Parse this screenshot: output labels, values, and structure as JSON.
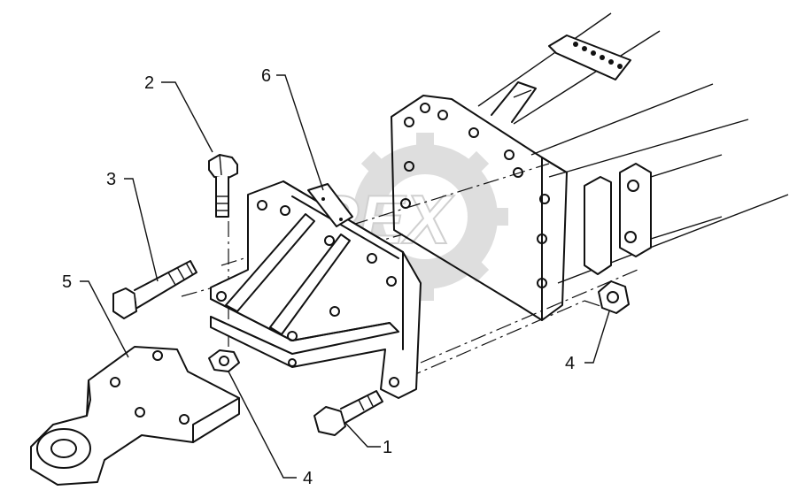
{
  "watermark": {
    "text": "OPEX"
  },
  "callouts": [
    {
      "id": "callout-1",
      "label": "1"
    },
    {
      "id": "callout-2",
      "label": "2"
    },
    {
      "id": "callout-3",
      "label": "3"
    },
    {
      "id": "callout-4a",
      "label": "4"
    },
    {
      "id": "callout-4b",
      "label": "4"
    },
    {
      "id": "callout-5",
      "label": "5"
    },
    {
      "id": "callout-6",
      "label": "6"
    }
  ]
}
